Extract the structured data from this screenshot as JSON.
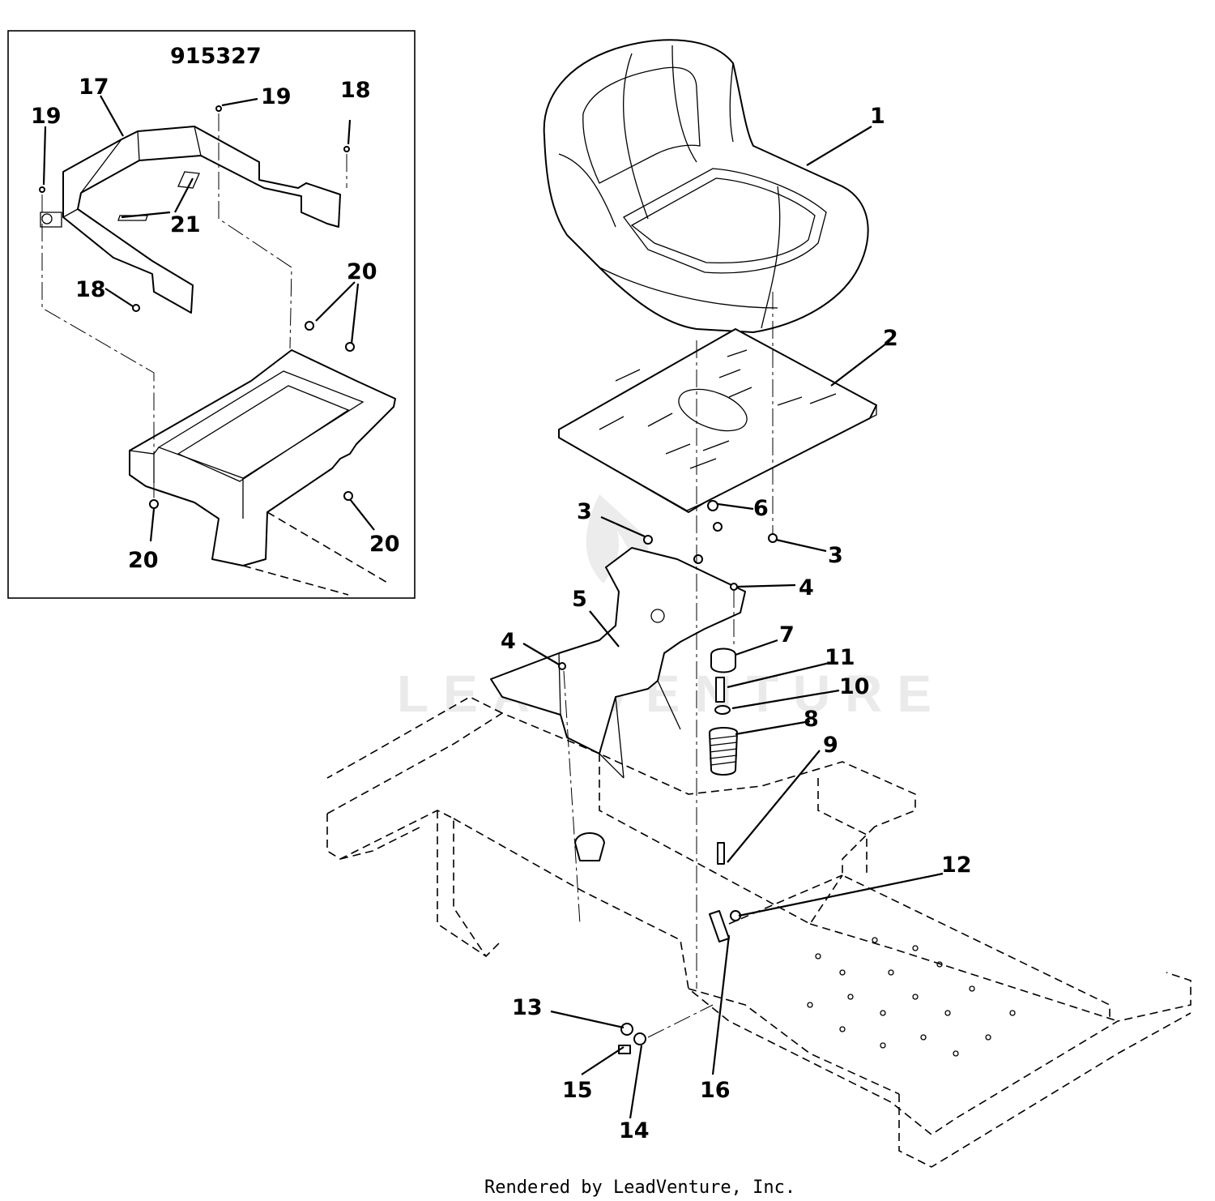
{
  "inset": {
    "title": "915327",
    "callouts": [
      "17",
      "19",
      "19",
      "18",
      "18",
      "21",
      "20",
      "20",
      "20"
    ]
  },
  "callouts": {
    "c1": "1",
    "c2": "2",
    "c3a": "3",
    "c3b": "3",
    "c4a": "4",
    "c4b": "4",
    "c5": "5",
    "c6": "6",
    "c7": "7",
    "c8": "8",
    "c9": "9",
    "c10": "10",
    "c11": "11",
    "c12": "12",
    "c13": "13",
    "c14": "14",
    "c15": "15",
    "c16": "16"
  },
  "watermark": "LEADVENTURE",
  "footer": "Rendered by LeadVenture, Inc."
}
